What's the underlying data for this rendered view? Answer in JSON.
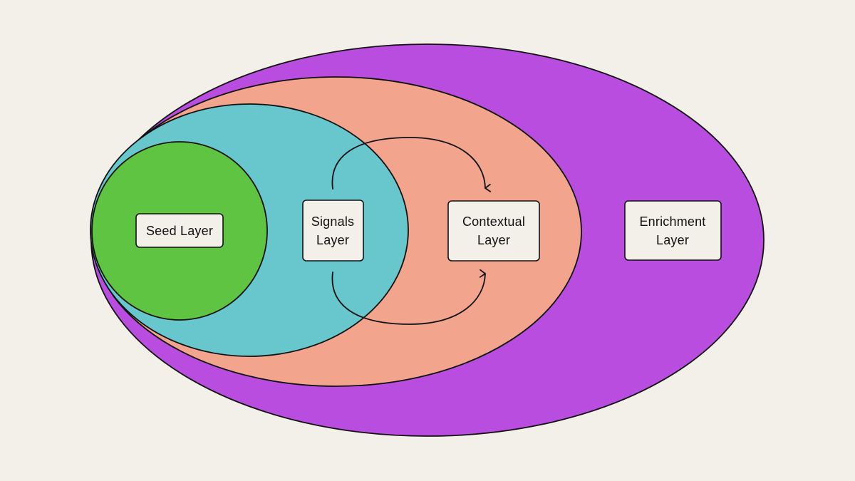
{
  "colors": {
    "background": "#f3f0ea",
    "enrichment": "#b84ddf",
    "contextual": "#f2a48c",
    "signals": "#68c6cd",
    "seed": "#5ec441",
    "outline": "#111111",
    "box_fill": "#f3f0ea"
  },
  "layers": [
    {
      "id": "enrichment",
      "label_lines": [
        "Enrichment",
        "Layer"
      ]
    },
    {
      "id": "contextual",
      "label_lines": [
        "Contextual",
        "Layer"
      ]
    },
    {
      "id": "signals",
      "label_lines": [
        "Signals",
        "Layer"
      ]
    },
    {
      "id": "seed",
      "label_lines": [
        "Seed Layer"
      ]
    }
  ],
  "arrows": [
    {
      "from": "signals",
      "to": "contextual",
      "direction": "over-top"
    },
    {
      "from": "signals",
      "to": "contextual",
      "direction": "under-bottom"
    }
  ]
}
